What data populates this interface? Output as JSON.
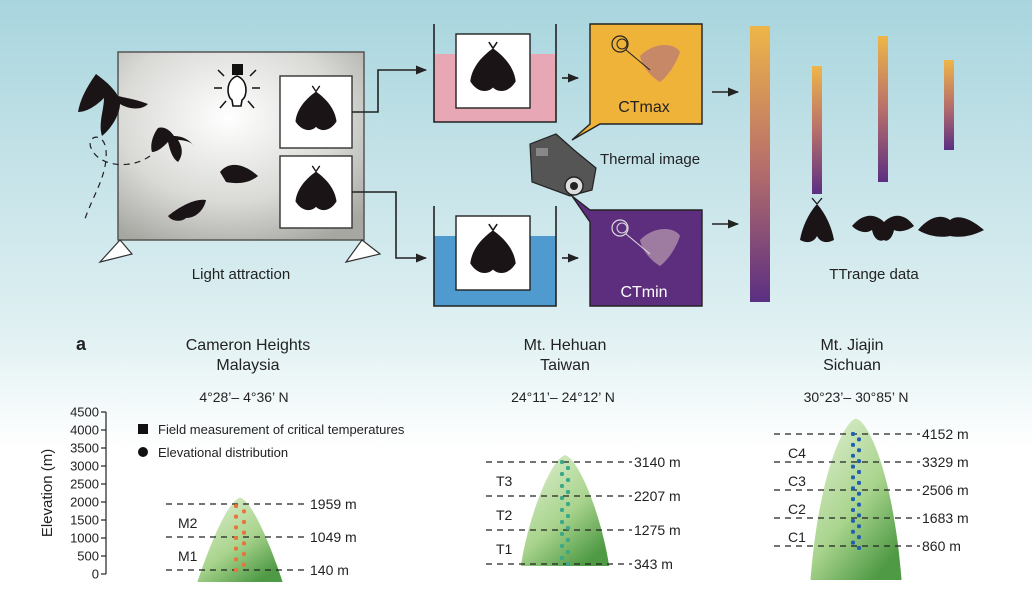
{
  "top": {
    "light_attraction_label": "Light attraction",
    "thermal_image_label": "Thermal image",
    "ctmax_label": "CTmax",
    "ctmin_label": "CTmin",
    "ttrange_label": "TTrange data",
    "colors": {
      "hot_bath": "#e7a7b5",
      "cold_bath": "#4f9bd0",
      "ctmax_panel": "#f0b339",
      "ctmin_panel": "#5e2e7e",
      "gradient_top": "#eeb648",
      "gradient_bottom": "#5b2f82"
    }
  },
  "panel_a": {
    "label": "a",
    "y_axis_label": "Elevation (m)",
    "y_ticks": [
      "4500",
      "4000",
      "3500",
      "3000",
      "2500",
      "2000",
      "1500",
      "1000",
      "500",
      "0"
    ],
    "legend": {
      "square_label": "Field measurement of critical temperatures",
      "circle_label": "Elevational distribution"
    },
    "sites": [
      {
        "name": "Cameron Heights",
        "region": "Malaysia",
        "coords": "4°28’– 4°36’ N",
        "dot_color": "#e8743b",
        "elevations": [
          "1959 m",
          "1049 m",
          "140 m"
        ],
        "zones": [
          "M2",
          "M1"
        ]
      },
      {
        "name": "Mt. Hehuan",
        "region": "Taiwan",
        "coords": "24°11’– 24°12’ N",
        "dot_color": "#3aa88a",
        "elevations": [
          "3140 m",
          "2207 m",
          "1275 m",
          "343 m"
        ],
        "zones": [
          "T3",
          "T2",
          "T1"
        ]
      },
      {
        "name": "Mt. Jiajin",
        "region": "Sichuan",
        "coords": "30°23’– 30°85’ N",
        "dot_color": "#2260b0",
        "elevations": [
          "4152 m",
          "3329 m",
          "2506 m",
          "1683 m",
          "860 m"
        ],
        "zones": [
          "C4",
          "C3",
          "C2",
          "C1"
        ]
      }
    ]
  }
}
